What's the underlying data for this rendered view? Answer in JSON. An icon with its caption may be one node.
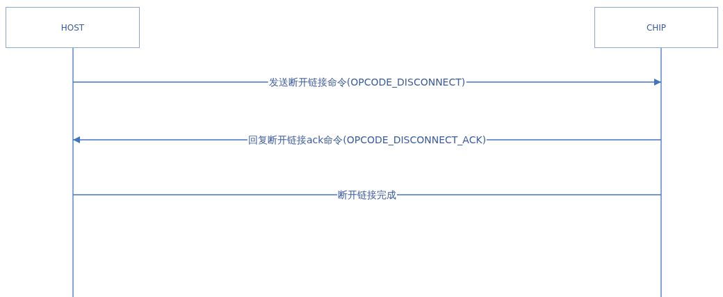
{
  "diagram": {
    "nodes": [
      {
        "text": [
          "HOST"
        ]
      },
      {
        "text": [
          "CHIP"
        ]
      }
    ],
    "edges": [
      {
        "from": 0,
        "to": 1,
        "arrow": "to",
        "label": "发送断开链接命令(OPCODE_DISCONNECT)"
      },
      {
        "from": 1,
        "to": 0,
        "arrow": "to",
        "label": "回复断开链接ack命令(OPCODE_DISCONNECT_ACK)"
      },
      {
        "from": 0,
        "to": 1,
        "arrow": "none",
        "label": "断开链接完成"
      }
    ]
  }
}
